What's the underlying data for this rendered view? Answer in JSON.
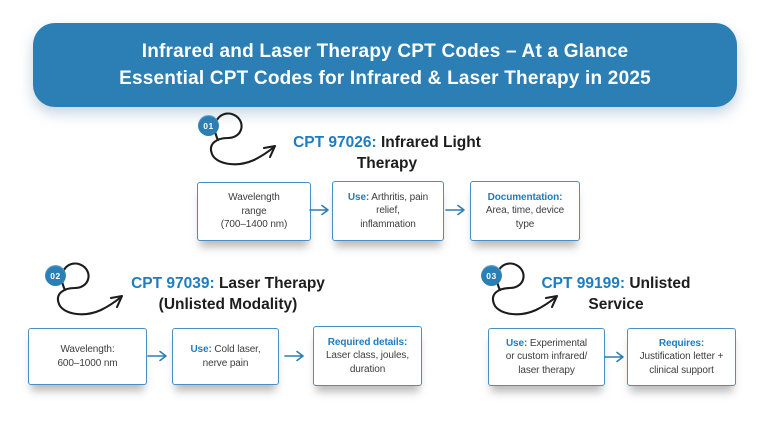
{
  "header": {
    "line1": "Infrared and Laser Therapy CPT Codes – At a Glance",
    "line2": "Essential CPT Codes for Infrared & Laser Therapy in 2025"
  },
  "colors": {
    "banner_blue": "#2b7fb4",
    "accent_blue": "#1e7cc0",
    "box_border_blue": "#4a8fc3",
    "ink_black": "#1c1c1c",
    "body_text": "#3d3d3d"
  },
  "sections": [
    {
      "badge": "01",
      "code": "CPT 97026:",
      "title_line1": "Infrared Light",
      "title_line2": "Therapy",
      "boxes": [
        {
          "l1": "Wavelength",
          "l2": "range",
          "l3": "(700–1400 nm)"
        },
        {
          "label": "Use:",
          "l1": " Arthritis, pain",
          "l2": "relief,",
          "l3": "inflammation"
        },
        {
          "label": "Documentation:",
          "l1": "Area, time, device",
          "l2": "type"
        }
      ]
    },
    {
      "badge": "02",
      "code": "CPT 97039:",
      "title_line1": "Laser Therapy",
      "title_line2": "(Unlisted Modality)",
      "boxes": [
        {
          "l1": "Wavelength:",
          "l2": "600–1000 nm"
        },
        {
          "label": "Use:",
          "l1": " Cold laser,",
          "l2": "nerve pain"
        },
        {
          "label": "Required details:",
          "l1": "Laser class, joules,",
          "l2": "duration"
        }
      ]
    },
    {
      "badge": "03",
      "code": "CPT 99199:",
      "title_line1": "Unlisted",
      "title_line2": "Service",
      "boxes": [
        {
          "label": "Use:",
          "l1": " Experimental",
          "l2": "or custom infrared/",
          "l3": "laser therapy"
        },
        {
          "label": "Requires:",
          "l1": "Justification letter +",
          "l2": "clinical support"
        }
      ]
    }
  ]
}
